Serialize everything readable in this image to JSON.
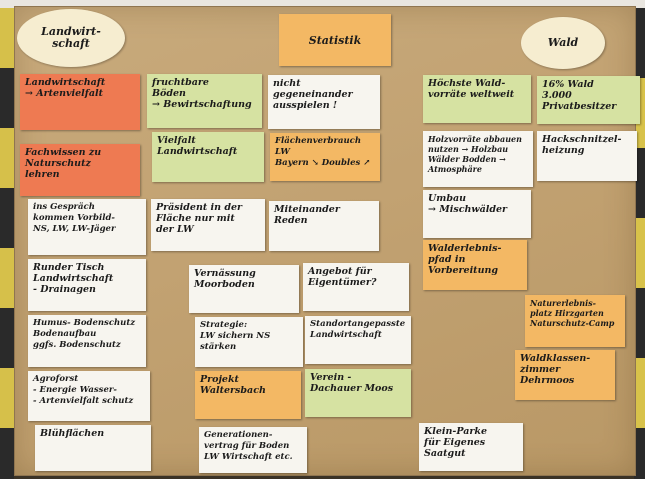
{
  "board": {
    "headers": {
      "landwirtschaft": "Landwirt-\nschaft",
      "statistik": "Statistik",
      "wald": "Wald"
    },
    "cards": {
      "c01": "Landwirtschaft\n→ Artenvielfalt",
      "c02": "fruchtbare\nBöden\n→ Bewirtschaftung",
      "c03": "nicht\ngegeneinander\nausspielen !",
      "c04": "Höchste Wald-\nvorräte weltweit",
      "c05": "16% Wald\n3.000 Privatbesitzer",
      "c06": "Vielfalt\nLandwirtschaft",
      "c07": "Flächenverbrauch LW\nBayern ↘ Doubles ↗",
      "c08": "Holzvorräte abbauen\nnutzen → Holzbau\nWälder Bodden → Atmosphäre",
      "c09": "Hackschnitzel-\nheizung",
      "c10": "Fachwissen zu\nNaturschutz\nlehren",
      "c11": "ins Gespräch\nkommen Vorbild-\nNS, LW, LW-Jäger",
      "c12": "Präsident in der\nFläche nur mit\nder LW",
      "c13": "Miteinander\nReden",
      "c14": "Umbau\n→ Mischwälder",
      "c15": "Walderlebnis-\npfad in\nVorbereitung",
      "c16": "Runder Tisch\nLandwirtschaft\n- Drainagen",
      "c17": "Vernässung\nMoorboden",
      "c18": "Angebot für\nEigentümer?",
      "c19": "Humus- Bodenschutz\nBodenaufbau\nggfs. Bodenschutz",
      "c20": "Strategie:\nLW sichern  NS stärken",
      "c21": "Standortangepasste\nLandwirtschaft",
      "c22": "Naturerlebnis-\nplatz Hirzgarten\nNaturschutz-Camp",
      "c23": "Agroforst\n- Energie Wasser-\n- Artenvielfalt schutz",
      "c24": "Projekt\nWaltersbach",
      "c25": "Verein -\nDachauer Moos",
      "c26": "Waldklassen-\nzimmer\nDehrmoos",
      "c27": "Blühflächen",
      "c28": "Generationen-\nvertrag für Boden\nLW Wirtschaft etc.",
      "c29": "Klein-Parke\nfür Eigenes\nSaatgut"
    }
  }
}
